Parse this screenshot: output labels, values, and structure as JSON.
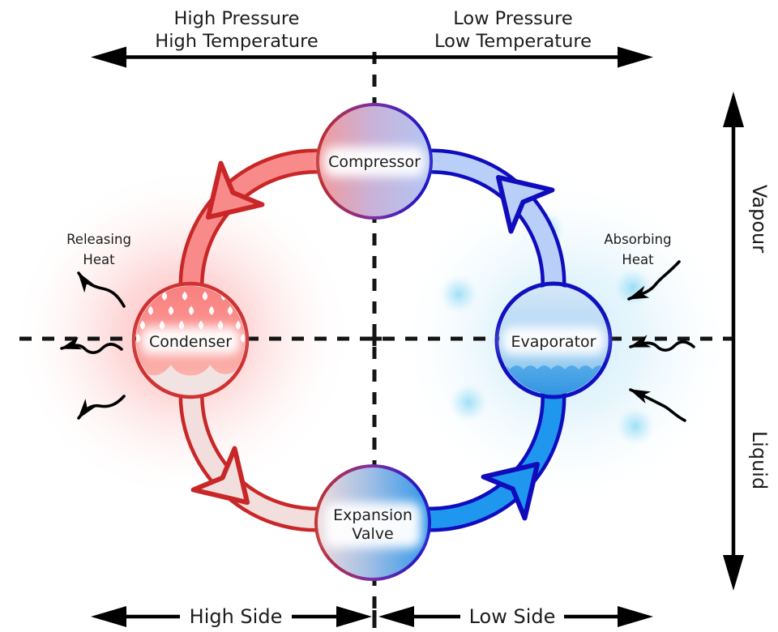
{
  "axes": {
    "top_left": {
      "line1": "High Pressure",
      "line2": "High Temperature"
    },
    "top_right": {
      "line1": "Low Pressure",
      "line2": "Low Temperature"
    },
    "bottom_left": "High Side",
    "bottom_right": "Low Side",
    "right_upper": "Vapour",
    "right_lower": "Liquid"
  },
  "components": {
    "compressor": {
      "label": "Compressor"
    },
    "condenser": {
      "label": "Condenser"
    },
    "evaporator": {
      "label": "Evaporator"
    },
    "expansion_valve": {
      "line1": "Expansion",
      "line2": "Valve"
    }
  },
  "annotations": {
    "releasing_heat": {
      "line1": "Releasing",
      "line2": "Heat"
    },
    "absorbing_heat": {
      "line1": "Absorbing",
      "line2": "Heat"
    }
  },
  "colors": {
    "hot_outline": "#c92727",
    "hot_gas_fill": "#f98a8a",
    "hot_liquid_fill": "#f3dede",
    "cold_outline": "#100cbd",
    "cold_liquid_fill": "#1f97ef",
    "cold_vapour_fill": "#b9cff8",
    "condenser_border": "#ce3232",
    "evaporator_border": "#0f11c1",
    "hot_glow": "#fa8080",
    "cold_glow": "#9fd9f5",
    "line_color": "#141414"
  }
}
